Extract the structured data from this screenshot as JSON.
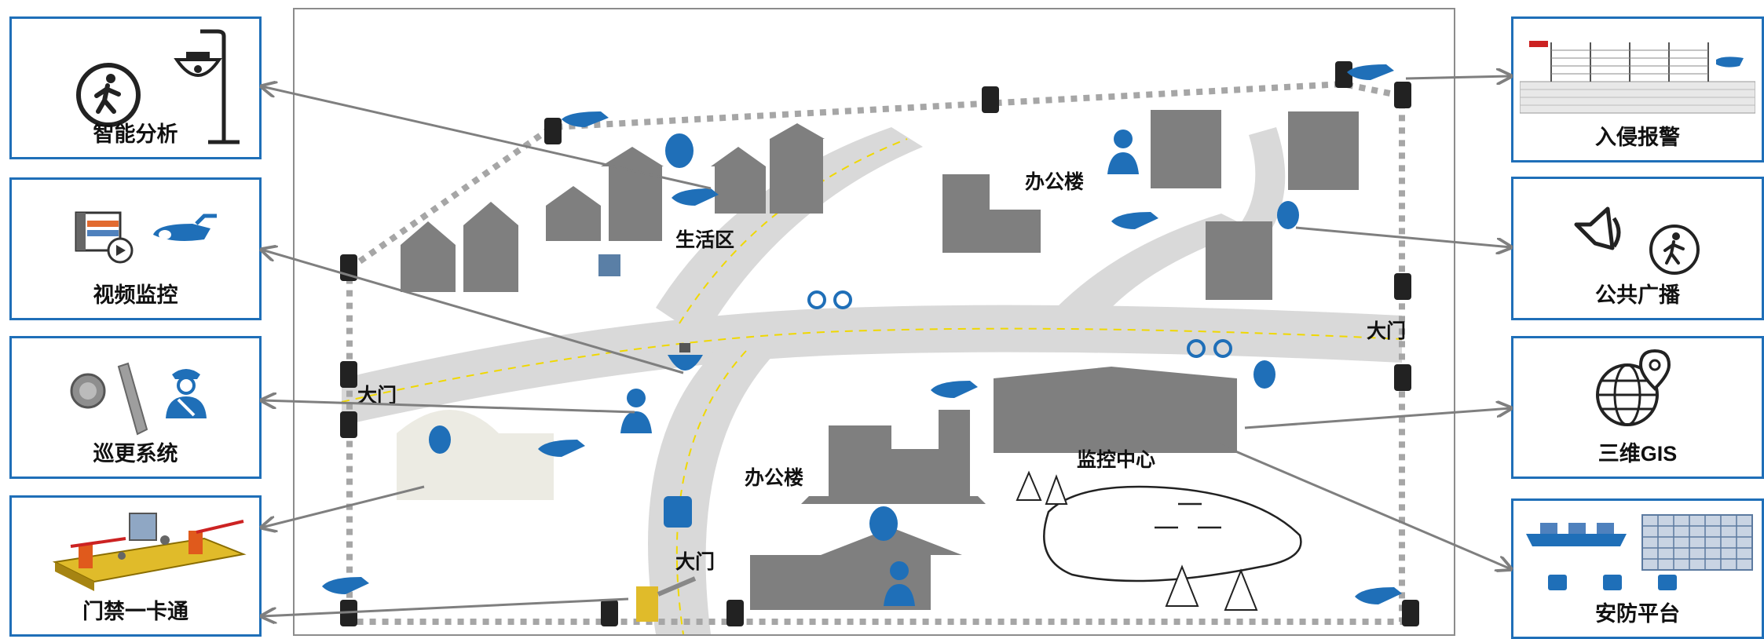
{
  "left_boxes": [
    {
      "label": "智能分析"
    },
    {
      "label": "视频监控"
    },
    {
      "label": "巡更系统"
    },
    {
      "label": "门禁一卡通"
    }
  ],
  "right_boxes": [
    {
      "label": "入侵报警"
    },
    {
      "label": "公共广播"
    },
    {
      "label": "三维GIS"
    },
    {
      "label": "安防平台"
    }
  ],
  "map_labels": {
    "living_area": "生活区",
    "office_top": "办公楼",
    "office_bottom": "办公楼",
    "gate_left": "大门",
    "gate_right": "大门",
    "gate_bottom": "大门",
    "monitor_center": "监控中心"
  },
  "colors": {
    "accent": "#1f6fb8",
    "building": "#7f7f7f",
    "road": "#d9d9d9",
    "fence": "#a6a6a6"
  }
}
